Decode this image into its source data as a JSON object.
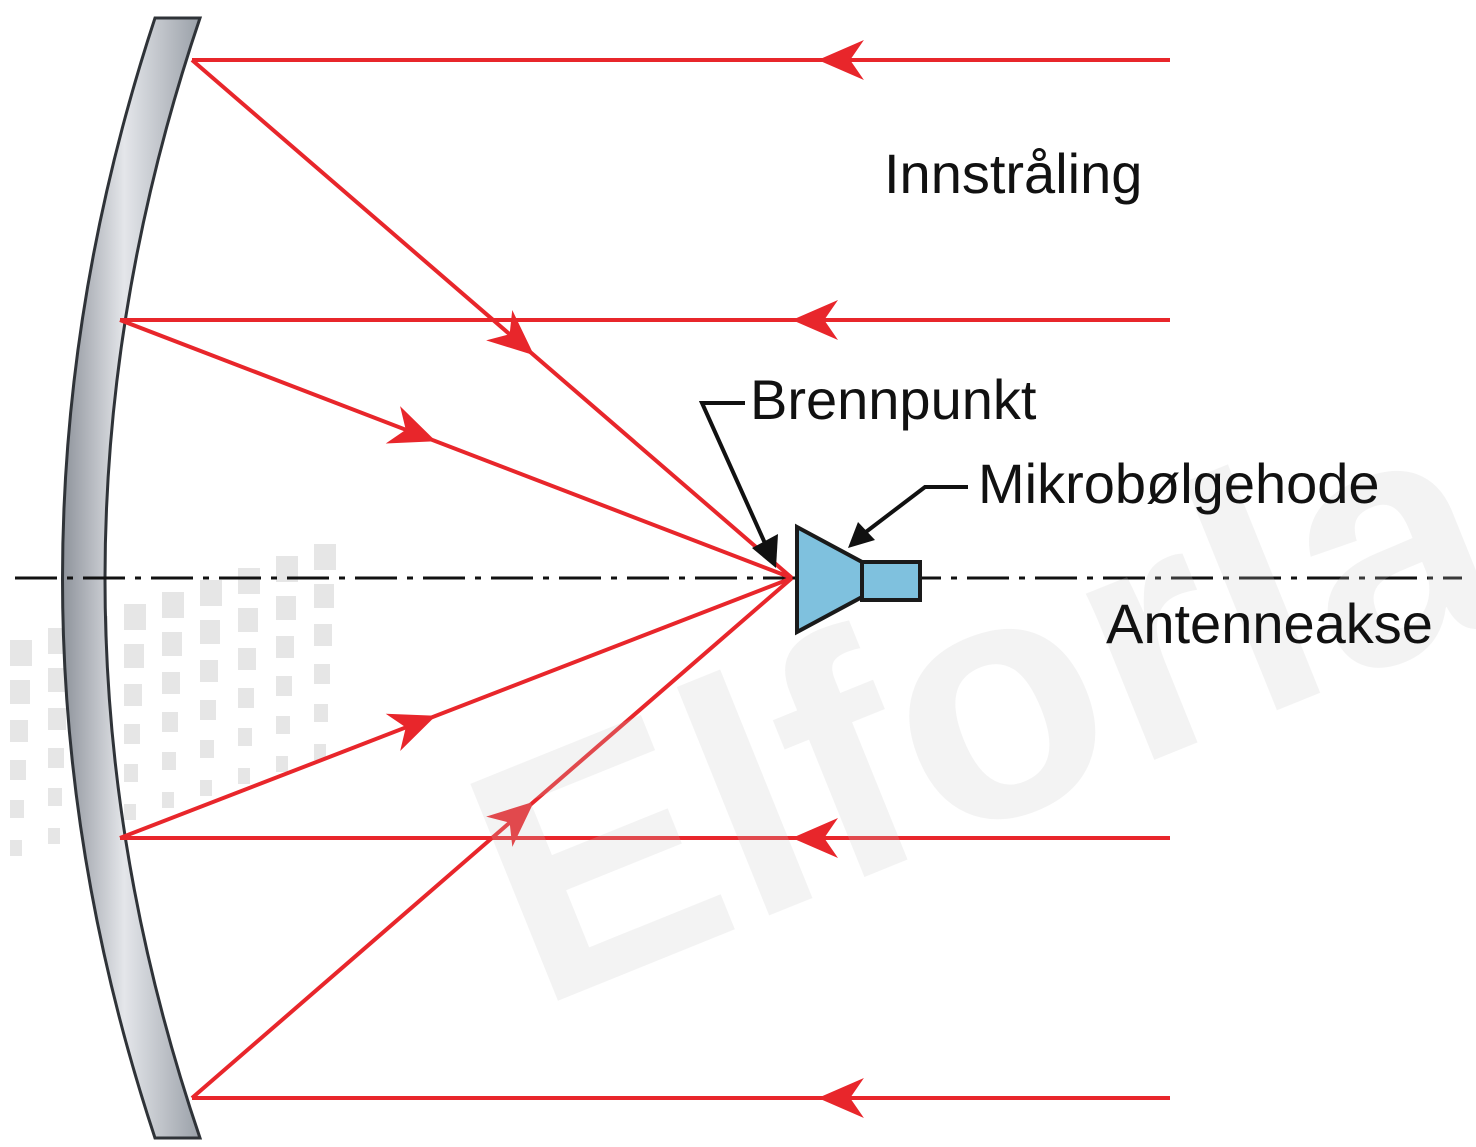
{
  "labels": {
    "incoming": "Innstråling",
    "focal_point": "Brennpunkt",
    "feed_horn": "Mikrobølgehode",
    "antenna_axis": "Antenneakse"
  },
  "watermark": "Elforlaget",
  "colors": {
    "ray": "#e8262b",
    "reflector_fill": "#b8bcc4",
    "reflector_stroke": "#2f3338",
    "horn_fill": "#7fc1de",
    "horn_stroke": "#1a1a1a",
    "axis": "#111111",
    "text": "#111111"
  },
  "icons": {
    "reflector": "parabolic-reflector",
    "horn": "microwave-feed-horn",
    "ray_arrow": "red-arrowhead",
    "pointer_arrow": "black-pointer-arrow"
  }
}
